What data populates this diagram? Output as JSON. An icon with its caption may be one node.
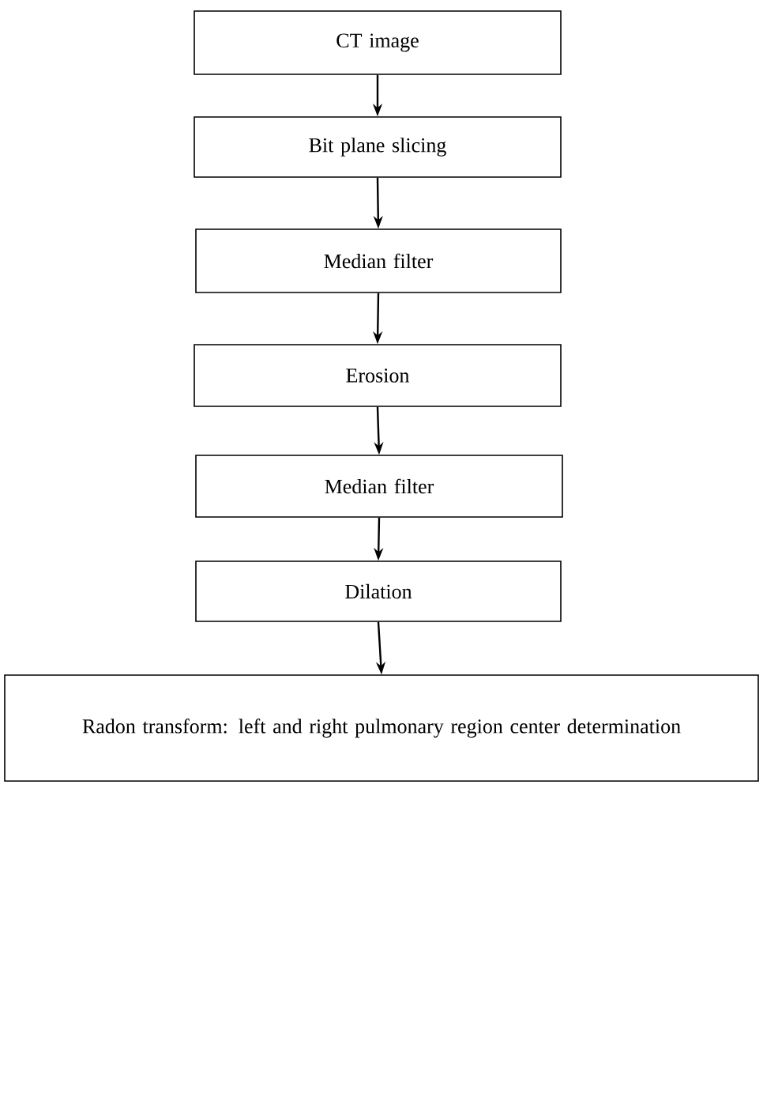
{
  "diagram": {
    "nodes": [
      {
        "text": [
          "CT image"
        ]
      },
      {
        "text": [
          "Bit plane slicing"
        ]
      },
      {
        "text": [
          "Median filter"
        ]
      },
      {
        "text": [
          "Erosion"
        ]
      },
      {
        "text": [
          "Median filter"
        ]
      },
      {
        "text": [
          "Dilation"
        ]
      },
      {
        "text": [
          "Radon transform: left and right pulmonary region center determination"
        ]
      }
    ],
    "edges": [
      {
        "from": 0,
        "to": 1,
        "arrow": "to"
      },
      {
        "from": 1,
        "to": 2,
        "arrow": "to"
      },
      {
        "from": 2,
        "to": 3,
        "arrow": "to"
      },
      {
        "from": 3,
        "to": 4,
        "arrow": "to"
      },
      {
        "from": 4,
        "to": 5,
        "arrow": "to"
      },
      {
        "from": 5,
        "to": 6,
        "arrow": "to"
      }
    ]
  }
}
